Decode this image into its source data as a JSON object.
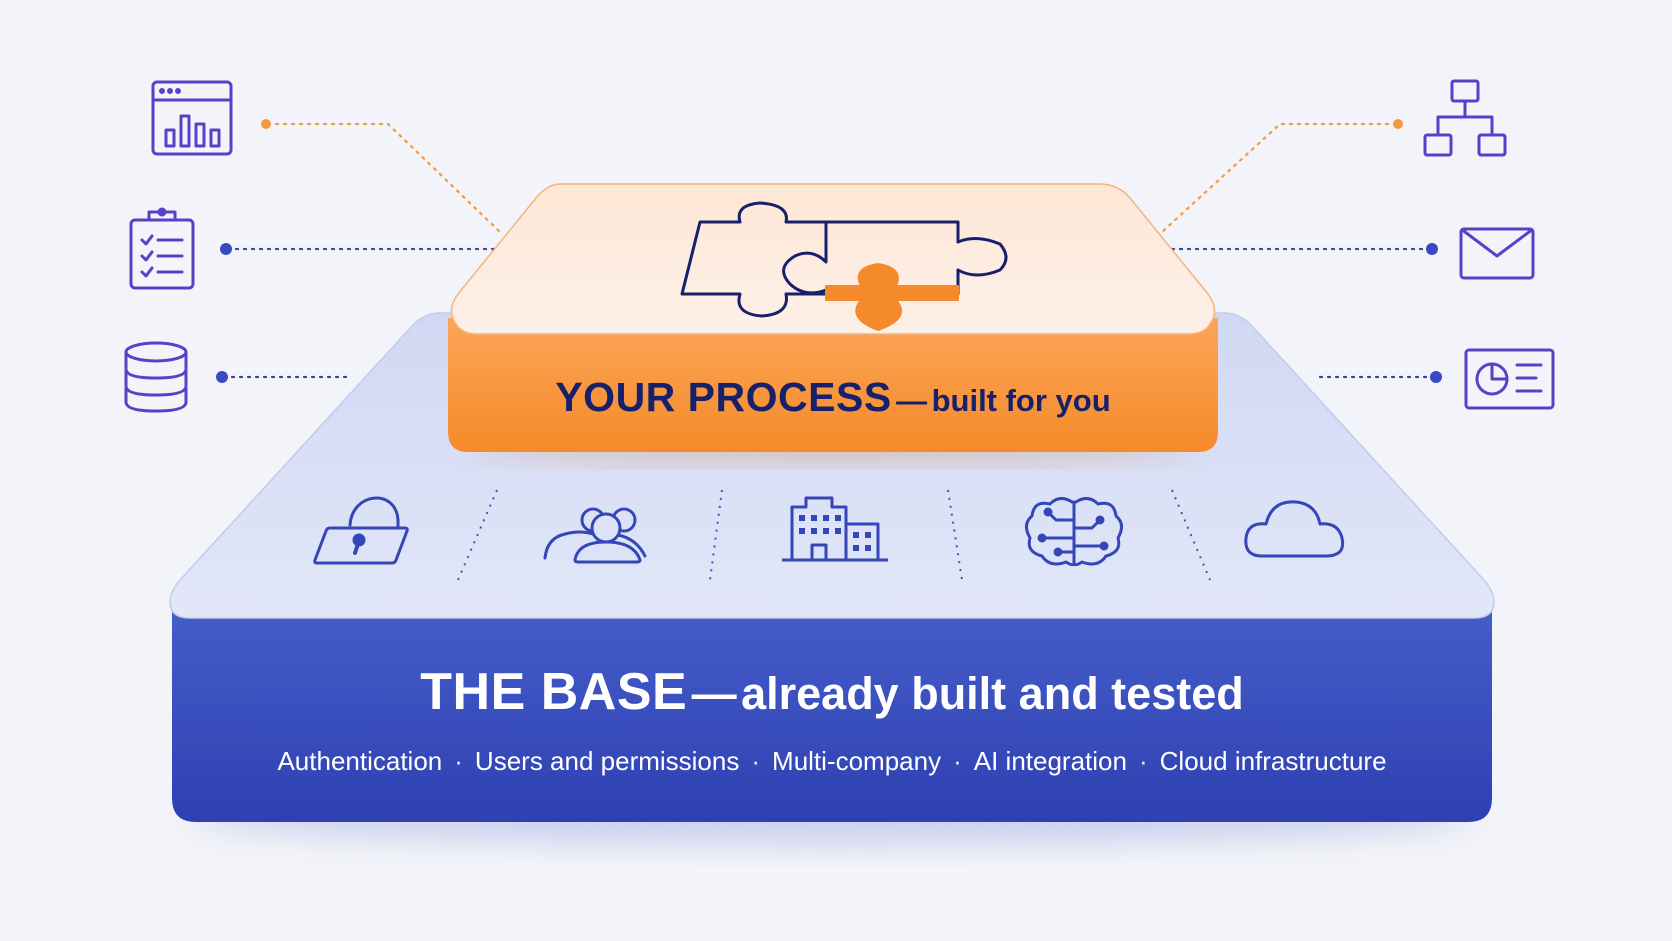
{
  "process_block": {
    "title": "YOUR PROCESS",
    "separator": "—",
    "subtitle": "built for you",
    "icon": "puzzle-icon"
  },
  "base_block": {
    "title": "THE BASE",
    "separator": "—",
    "subtitle": "already built and tested",
    "features": [
      "Authentication",
      "Users and permissions",
      "Multi-company",
      "AI integration",
      "Cloud infrastructure"
    ],
    "feature_separator": "·",
    "icons": [
      "lock-icon",
      "users-icon",
      "building-icon",
      "brain-icon",
      "cloud-icon"
    ]
  },
  "side_icons": {
    "left": [
      "dashboard-chart-icon",
      "clipboard-checklist-icon",
      "database-icon"
    ],
    "right": [
      "hierarchy-icon",
      "mail-icon",
      "report-card-icon"
    ]
  },
  "colors": {
    "background": "#f3f4f9",
    "orange": "#f7963d",
    "blue": "#3b4fc4",
    "navy": "#16206b",
    "icon_purple": "#5b3fc8",
    "base_top": "#dde3f6"
  }
}
